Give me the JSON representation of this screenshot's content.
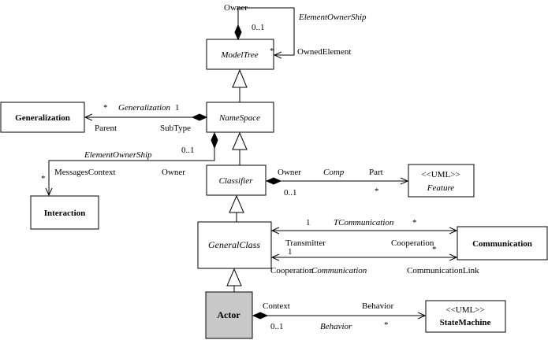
{
  "classes": {
    "model_tree": "ModelTree",
    "name_space": "NameSpace",
    "generalization": "Generalization",
    "classifier": "Classifier",
    "interaction": "Interaction",
    "feature_stereotype": "<<UML>>",
    "feature": "Feature",
    "general_class": "GeneralClass",
    "communication": "Communication",
    "actor": "Actor",
    "state_machine_stereotype": "<<UML>>",
    "state_machine": "StateMachine"
  },
  "labels": {
    "owner_top": "Owner",
    "mult_0_1_top": "0..1",
    "element_ownership_top": "ElementOwnerShip",
    "star_top": "*",
    "owned_element": "OwnedElement",
    "star_gen": "*",
    "generalization_assoc": "Generalization",
    "one_gen": "1",
    "parent": "Parent",
    "subtype": "SubType",
    "element_ownership_mid": "ElementOwnerShip",
    "mult_0_1_mid": "0..1",
    "star_msg": "*",
    "messages_context": "MessagesContext",
    "owner_mid": "Owner",
    "owner_comp": "Owner",
    "comp": "Comp",
    "part": "Part",
    "mult_0_1_comp": "0..1",
    "star_comp": "*",
    "one_tcomm": "1",
    "tcommunication": "TCommunication",
    "star_tcomm": "*",
    "transmitter": "Transmitter",
    "cooperation_right": "Cooperation",
    "one_comm": "1",
    "star_comm": "*",
    "cooperation_left": "Cooperation",
    "communication_assoc": "Communication",
    "communication_link": "CommunicationLink",
    "context": "Context",
    "behavior_role": "Behavior",
    "mult_0_1_beh": "0..1",
    "behavior_assoc": "Behavior",
    "star_beh": "*"
  },
  "colors": {
    "actor_fill": "#c8c8c8",
    "line": "#000000",
    "background": "#ffffff"
  }
}
